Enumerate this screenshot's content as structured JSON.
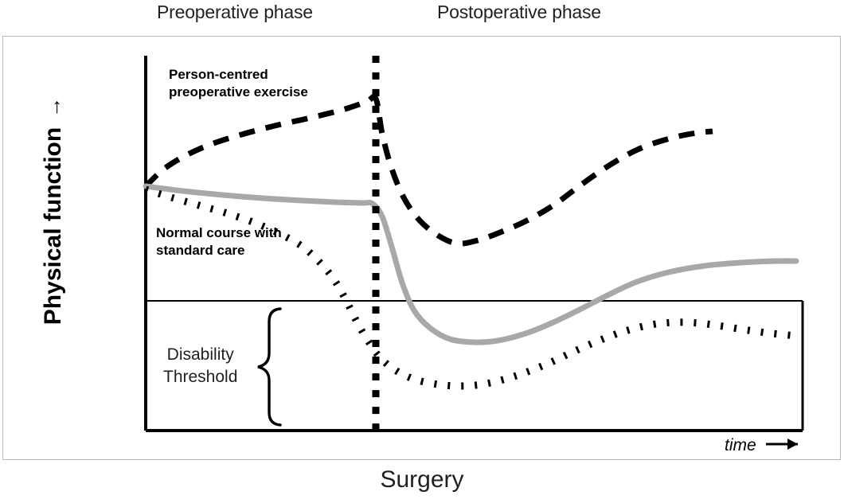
{
  "header": {
    "preoperative_label": "Preoperative phase",
    "postoperative_label": "Postoperative phase"
  },
  "axes": {
    "y_label": "Physical function",
    "y_arrow": "→",
    "x_label": "time",
    "x_arrow": "→",
    "bottom_caption": "Surgery"
  },
  "annotations": {
    "exercise": "Person-centred\npreoperative exercise",
    "normal_course": "Normal course with\nstandard care",
    "disability": "Disability\nThreshold"
  },
  "colors": {
    "line_black": "#000000",
    "line_gray": "#a8a8a8",
    "frame_gray": "#b9b9b9",
    "text": "#231f20",
    "background": "#ffffff"
  },
  "chart_data": {
    "type": "line",
    "title": "",
    "subtitle": "",
    "xlabel": "time",
    "ylabel": "Physical function",
    "xlim": [
      183,
      1008
    ],
    "ylim": [
      541,
      70
    ],
    "grid": false,
    "legend": "inline-annotations",
    "axis_origin": {
      "x": 183,
      "y": 541
    },
    "plot_top": 70,
    "disability_threshold_y": 378,
    "disability_box": {
      "x0": 183,
      "y0": 378,
      "x1": 1008,
      "y1": 541
    },
    "surgery_line_x": 472,
    "curve_start": {
      "x": 183,
      "y": 234
    },
    "series": [
      {
        "name": "Person-centred preoperative exercise",
        "style": "long-dash",
        "color": "#000000",
        "width": 7,
        "dasharray": "20,14",
        "points": [
          [
            183,
            234
          ],
          [
            205,
            213
          ],
          [
            232,
            196
          ],
          [
            263,
            182
          ],
          [
            300,
            170
          ],
          [
            345,
            158
          ],
          [
            390,
            148
          ],
          [
            430,
            138
          ],
          [
            460,
            128
          ],
          [
            472,
            124
          ],
          [
            480,
            168
          ],
          [
            492,
            212
          ],
          [
            508,
            250
          ],
          [
            528,
            278
          ],
          [
            552,
            297
          ],
          [
            575,
            306
          ],
          [
            600,
            302
          ],
          [
            628,
            292
          ],
          [
            660,
            278
          ],
          [
            695,
            258
          ],
          [
            730,
            232
          ],
          [
            768,
            206
          ],
          [
            805,
            186
          ],
          [
            845,
            173
          ],
          [
            875,
            167
          ],
          [
            895,
            165
          ]
        ]
      },
      {
        "name": "Normal course with standard care (gray)",
        "style": "solid",
        "color": "#a8a8a8",
        "width": 7,
        "dasharray": "none",
        "points": [
          [
            183,
            234
          ],
          [
            230,
            240
          ],
          [
            280,
            245
          ],
          [
            330,
            249
          ],
          [
            380,
            252
          ],
          [
            420,
            254
          ],
          [
            455,
            255
          ],
          [
            468,
            256
          ],
          [
            480,
            272
          ],
          [
            492,
            310
          ],
          [
            505,
            355
          ],
          [
            520,
            390
          ],
          [
            540,
            412
          ],
          [
            565,
            426
          ],
          [
            595,
            430
          ],
          [
            625,
            428
          ],
          [
            660,
            419
          ],
          [
            695,
            405
          ],
          [
            730,
            388
          ],
          [
            765,
            370
          ],
          [
            800,
            354
          ],
          [
            840,
            342
          ],
          [
            885,
            334
          ],
          [
            930,
            330
          ],
          [
            975,
            328
          ],
          [
            1000,
            328
          ]
        ]
      },
      {
        "name": "Disability trajectory (dotted)",
        "style": "dotted-square",
        "color": "#000000",
        "width": 9,
        "dasharray": "3,14",
        "points": [
          [
            183,
            238
          ],
          [
            215,
            248
          ],
          [
            250,
            258
          ],
          [
            285,
            268
          ],
          [
            320,
            280
          ],
          [
            352,
            294
          ],
          [
            380,
            310
          ],
          [
            402,
            330
          ],
          [
            420,
            352
          ],
          [
            435,
            378
          ],
          [
            448,
            404
          ],
          [
            462,
            428
          ],
          [
            478,
            450
          ],
          [
            498,
            466
          ],
          [
            522,
            477
          ],
          [
            550,
            483
          ],
          [
            578,
            485
          ],
          [
            605,
            483
          ],
          [
            632,
            477
          ],
          [
            660,
            468
          ],
          [
            690,
            456
          ],
          [
            720,
            442
          ],
          [
            752,
            428
          ],
          [
            785,
            416
          ],
          [
            818,
            408
          ],
          [
            848,
            405
          ],
          [
            878,
            406
          ],
          [
            908,
            410
          ],
          [
            940,
            415
          ],
          [
            970,
            419
          ],
          [
            1000,
            422
          ]
        ]
      },
      {
        "name": "Surgery vertical marker",
        "style": "dotted-vertical",
        "color": "#000000",
        "width": 9,
        "dasharray": "9,12",
        "points": [
          [
            472,
            70
          ],
          [
            472,
            545
          ]
        ]
      }
    ]
  }
}
